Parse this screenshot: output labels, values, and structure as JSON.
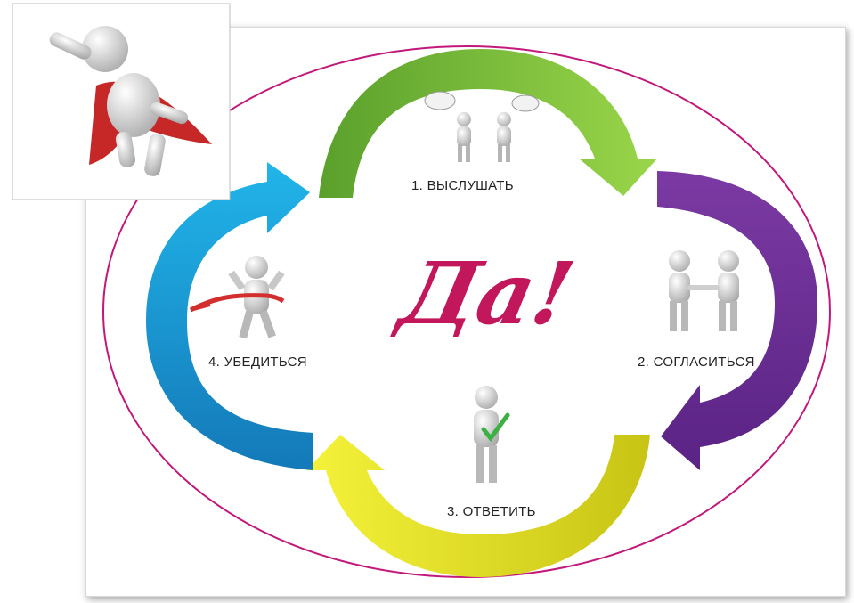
{
  "diagram": {
    "center_word": "Да!",
    "steps": [
      {
        "label": "1. ВЫСЛУШАТЬ",
        "color": "#7cc242"
      },
      {
        "label": "2. СОГЛАСИТЬСЯ",
        "color": "#6a2c91"
      },
      {
        "label": "3. ОТВЕТИТЬ",
        "color": "#e9e51c"
      },
      {
        "label": "4. УБЕДИТЬСЯ",
        "color": "#1aa3d9"
      }
    ],
    "ellipse_color": "#c2187a",
    "center_word_color": "#c2185b"
  }
}
